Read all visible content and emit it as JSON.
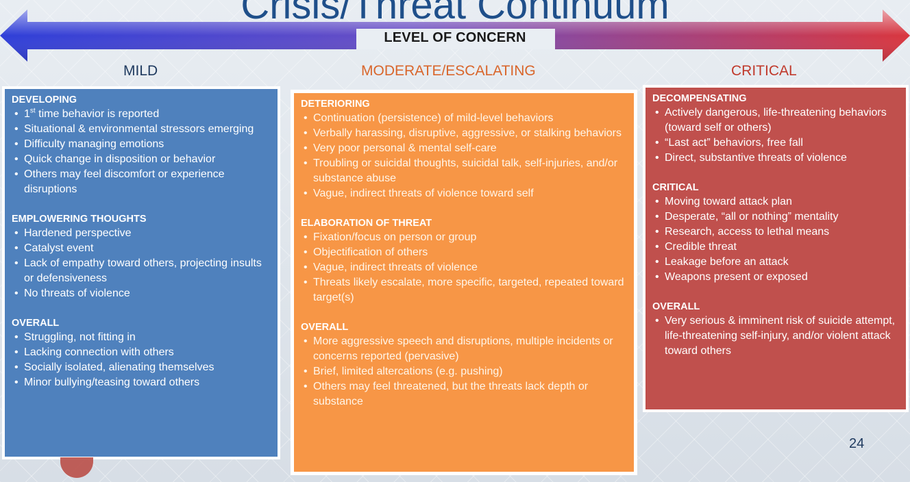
{
  "title": "Crisis/Threat Continuum",
  "concern_label": "LEVEL OF CONCERN",
  "levels": {
    "mild": "MILD",
    "moderate": "MODERATE/ESCALATING",
    "critical": "CRITICAL"
  },
  "mild": {
    "sections": [
      {
        "title": "DEVELOPING",
        "first_item": {
          "pre": "1",
          "sup": "st",
          "post": " time behavior is reported"
        },
        "items": [
          "Situational & environmental stressors emerging",
          "Difficulty managing emotions",
          "Quick change in disposition or behavior",
          "Others may feel discomfort or experience disruptions"
        ]
      },
      {
        "title": "EMPLOWERING THOUGHTS",
        "items": [
          "Hardened perspective",
          "Catalyst event",
          "Lack of empathy toward others, projecting insults or defensiveness",
          "No threats of violence"
        ]
      },
      {
        "title": "OVERALL",
        "items": [
          "Struggling, not fitting in",
          "Lacking connection with others",
          "Socially isolated, alienating themselves",
          "Minor bullying/teasing toward others"
        ]
      }
    ]
  },
  "moderate": {
    "sections": [
      {
        "title": "DETERIORING",
        "items": [
          "Continuation (persistence) of mild-level behaviors",
          "Verbally harassing, disruptive, aggressive, or stalking behaviors",
          "Very poor personal & mental self-care",
          "Troubling or suicidal thoughts, suicidal talk, self-injuries, and/or substance abuse",
          "Vague, indirect threats of violence toward self"
        ]
      },
      {
        "title": "ELABORATION OF THREAT",
        "items": [
          "Fixation/focus on person or group",
          "Objectification of others",
          "Vague, indirect threats of violence",
          "Threats likely escalate, more specific, targeted, repeated toward target(s)"
        ]
      },
      {
        "title": "OVERALL",
        "items": [
          "More aggressive speech and disruptions, multiple incidents or concerns reported (pervasive)",
          "Brief, limited altercations (e.g. pushing)",
          "Others may feel threatened, but the threats lack depth or substance"
        ]
      }
    ]
  },
  "critical": {
    "sections": [
      {
        "title": "DECOMPENSATING",
        "items": [
          "Actively dangerous, life-threatening behaviors (toward self or others)",
          "“Last act” behaviors, free fall",
          "Direct, substantive threats of violence"
        ]
      },
      {
        "title": "CRITICAL",
        "items": [
          "Moving toward attack plan",
          "Desperate, “all or nothing” mentality",
          "Research, access to lethal means",
          "Credible threat",
          "Leakage before an attack",
          "Weapons present or exposed"
        ]
      },
      {
        "title": "OVERALL",
        "items": [
          "Very serious & imminent risk of suicide attempt, life-threatening self-injury, and/or violent attack toward others"
        ]
      }
    ]
  },
  "page_number": "24",
  "colors": {
    "mild": "#4f81bd",
    "moderate": "#f79646",
    "critical": "#c0504d",
    "arrow_left": "#2f3fd8",
    "arrow_right": "#d9363e"
  }
}
